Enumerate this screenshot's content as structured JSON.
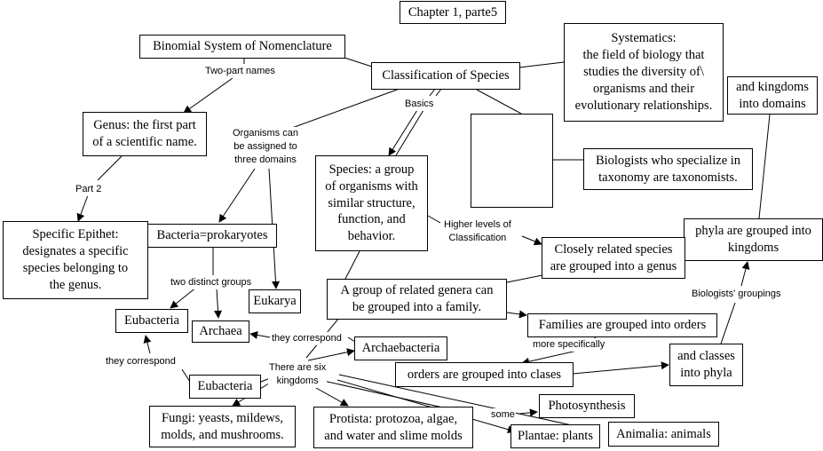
{
  "title": "Chapter 1, parte5",
  "nodes": {
    "binomial": "Binomial System of Nomenclature",
    "classification": "Classification of Species",
    "systematics": "Systematics:\nthe field of biology that\nstudies the diversity of\\\norganisms and their\nevolutionary relationships.",
    "kingdoms_domains": "and kingdoms\ninto domains",
    "genus": "Genus: the first part\nof a scientific name.",
    "empty_box": "",
    "taxonomists": "Biologists who specialize in\ntaxonomy are taxonomists.",
    "species": "Species: a group\nof organisms with\nsimilar structure,\nfunction, and\nbehavior.",
    "specific_epithet": "Specific Epithet:\ndesignates a specific\nspecies belonging to\nthe genus.",
    "bacteria": "Bacteria=prokaryotes",
    "phyla_kingdoms": "phyla are grouped into\nkingdoms",
    "closely_related": "Closely related species\nare grouped into a genus",
    "eukarya": "Eukarya",
    "family": "A group of related genera can\nbe grouped into a family.",
    "eubacteria_top": "Eubacteria",
    "families_orders": "Families are grouped into orders",
    "archaea": "Archaea",
    "archaebacteria": "Archaebacteria",
    "classes_phyla": "and classes\ninto phyla",
    "orders_clases": "orders are grouped into clases",
    "eubacteria_bottom": "Eubacteria",
    "photosynthesis": "Photosynthesis",
    "fungi": "Fungi: yeasts, mildews,\nmolds, and mushrooms.",
    "protista": "Protista: protozoa, algae,\nand water and slime molds",
    "plantae": "Plantae: plants",
    "animalia": "Animalia: animals"
  },
  "labels": {
    "two_part": "Two-part names",
    "basics": "Basics",
    "domains": "Organisms can\nbe assigned to\nthree domains",
    "part2": "Part 2",
    "higher": "Higher levels of\nClassification",
    "distinct": "two distinct groups",
    "groupings": "Biologists' groupings",
    "correspond1": "they correspond",
    "specifically": "more specifically",
    "correspond2": "they correspond",
    "six": "There are six\nkingdoms",
    "some": "some"
  }
}
